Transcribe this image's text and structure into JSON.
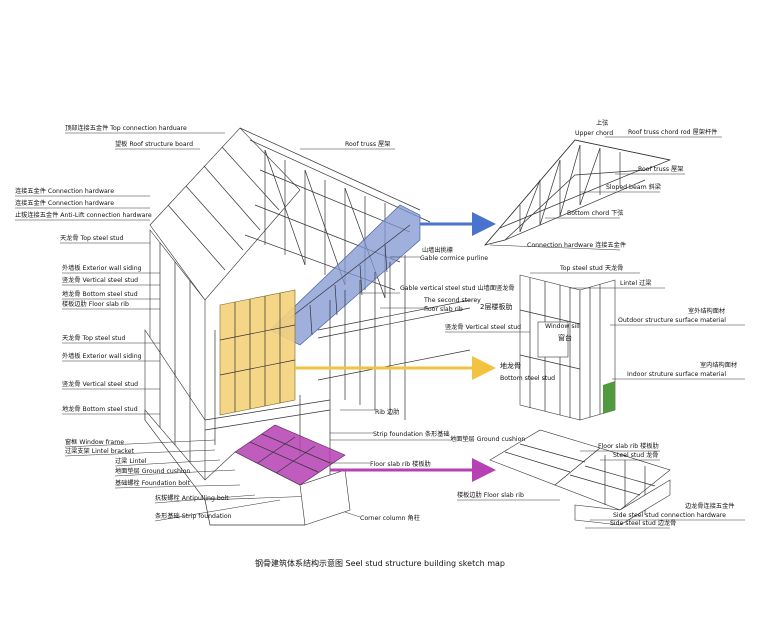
{
  "caption": "钢骨建筑体系结构示意图  Seel stud structure building sketch map",
  "colors": {
    "blue": "#7f96d2",
    "yellow": "#f4d27a",
    "magenta": "#b640b4",
    "green": "#4f9a3c"
  },
  "left_labels": [
    {
      "zh": "顶部连接五金件",
      "en": "Top connection harduare"
    },
    {
      "zh": "望板",
      "en": "Roof structure board"
    },
    {
      "zh": "连接五金件",
      "en": "Connection hardware"
    },
    {
      "zh": "连接五金件",
      "en": "Connection hardware"
    },
    {
      "zh": "止拔连接五金件",
      "en": "Anti-Lift connection hardware"
    },
    {
      "zh": "天龙骨",
      "en": "Top steel stud"
    },
    {
      "zh": "外墙板",
      "en": "Exterior wall siding"
    },
    {
      "zh": "竖龙骨",
      "en": "Vertical steel stud"
    },
    {
      "zh": "地龙骨",
      "en": "Bottom steel stud"
    },
    {
      "zh": "楼板边肋",
      "en": "Floor slab rib"
    },
    {
      "zh": "天龙骨",
      "en": "Top steel stud"
    },
    {
      "zh": "外墙板",
      "en": "Exterior wall siding"
    },
    {
      "zh": "竖龙骨",
      "en": "Vertical steel stud"
    },
    {
      "zh": "地龙骨",
      "en": "Bottom steel stud"
    },
    {
      "zh": "窗框",
      "en": "Window frame"
    },
    {
      "zh": "过梁支架",
      "en": "Lintel bracket"
    },
    {
      "zh": "过梁",
      "en": "Lintel"
    },
    {
      "zh": "地面垫层",
      "en": "Ground cushion"
    },
    {
      "zh": "基础螺栓",
      "en": "Foundation bolt"
    },
    {
      "zh": "抗拔螺栓",
      "en": "Antipulling bolt"
    },
    {
      "zh": "条形基础",
      "en": "Strip foundation"
    }
  ],
  "center_labels": {
    "roof_truss": "Roof truss 屋架",
    "gable_purline_zh": "山墙出挑檩",
    "gable_purline_en": "Gable cormice purline",
    "gable_stud": "Gable vertical steel stud 山墙面竖龙骨",
    "second_storey_1": "The second storey",
    "second_storey_2": "floor slab rib",
    "second_storey_zh": "2层楼板肋",
    "rib": "Rib 边肋",
    "strip_foundation": "Strip foundation 条形基础",
    "ground_cushion": "地面垫层 Ground cushion",
    "floor_slab_rib": "Floor slab rib 楼板肋",
    "corner_column": "Corner column 角柱"
  },
  "truss_detail": {
    "upper_chord_zh": "上弦",
    "upper_chord_en": "Upper chord",
    "chord_rod": "Roof truss chord rod 屋架杆件",
    "roof_truss": "Roof truss 屋架",
    "sloped_beam": "Sloped beam 斜梁",
    "bottom_chord": "Bottom chord 下弦",
    "connection": "Connection hardware 连接五金件"
  },
  "wall_detail": {
    "top_stud": "Top steel stud 天龙骨",
    "lintel": "Lintel 过梁",
    "outdoor_zh": "室外结构面材",
    "outdoor_en": "Outdoor structure surface material",
    "vertical_stud": "竖龙骨 Vertical steel stud",
    "window_sill_en": "Window sill",
    "window_sill_zh": "窗台",
    "indoor_zh": "室内结构面材",
    "indoor_en": "Indoor struture surface material",
    "bottom_stud_zh": "地龙骨",
    "bottom_stud_en": "Bottom steel stud"
  },
  "floor_detail": {
    "floor_rib": "Floor slab rib 楼板肋",
    "steel_stud": "Steel stud 龙骨",
    "edge_rib": "楼板边肋  Floor slab  rib",
    "side_conn_zh": "边龙骨连接五金件",
    "side_conn_en": "Side steel stud connection hardware",
    "side_stud": "Side steel stud 边龙骨"
  }
}
